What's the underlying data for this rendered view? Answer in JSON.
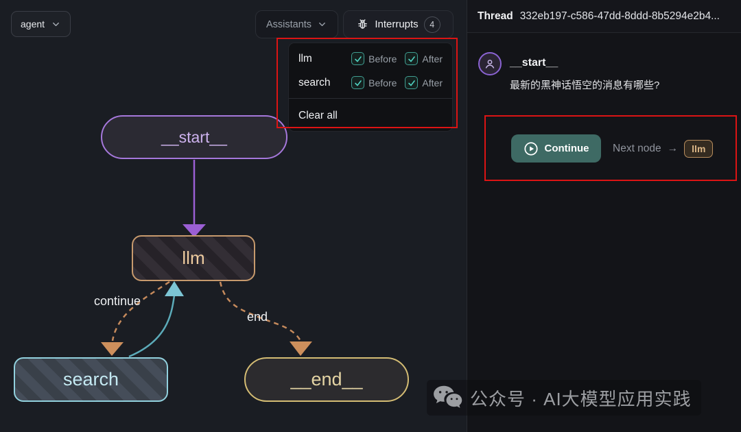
{
  "toolbar": {
    "agent_label": "agent",
    "assistants_label": "Assistants",
    "interrupts_label": "Interrupts",
    "interrupts_count": "4"
  },
  "interrupts_dropdown": {
    "rows": [
      {
        "node": "llm",
        "before_label": "Before",
        "after_label": "After",
        "before_checked": true,
        "after_checked": true
      },
      {
        "node": "search",
        "before_label": "Before",
        "after_label": "After",
        "before_checked": true,
        "after_checked": true
      }
    ],
    "clear_all_label": "Clear all"
  },
  "graph": {
    "nodes": {
      "start": "__start__",
      "llm": "llm",
      "search": "search",
      "end": "__end__"
    },
    "edges": {
      "continue_label": "continue",
      "end_label": "end"
    }
  },
  "thread": {
    "header_label": "Thread",
    "thread_id": "332eb197-c586-47dd-8ddd-8b5294e2b4...",
    "message": {
      "sender": "__start__",
      "text": "最新的黑神话悟空的消息有哪些?"
    },
    "interrupt_bar": {
      "continue_label": "Continue",
      "next_node_label": "Next node",
      "arrow_glyph": "→",
      "next_node_badge": "llm"
    }
  },
  "watermark": {
    "text": "公众号 · AI大模型应用实践"
  },
  "colors": {
    "annotation_red": "#dc1414",
    "node_start_border": "#a678dc",
    "node_llm_border": "#c79a6d",
    "node_search_border": "#92d1de",
    "node_end_border": "#d5bd74",
    "edge_purple": "#9b5fd4",
    "edge_orange": "#c98f5e",
    "edge_teal": "#5cabb9",
    "continue_button_bg": "#3e6a64",
    "checkbox_teal": "#3f9e92"
  }
}
